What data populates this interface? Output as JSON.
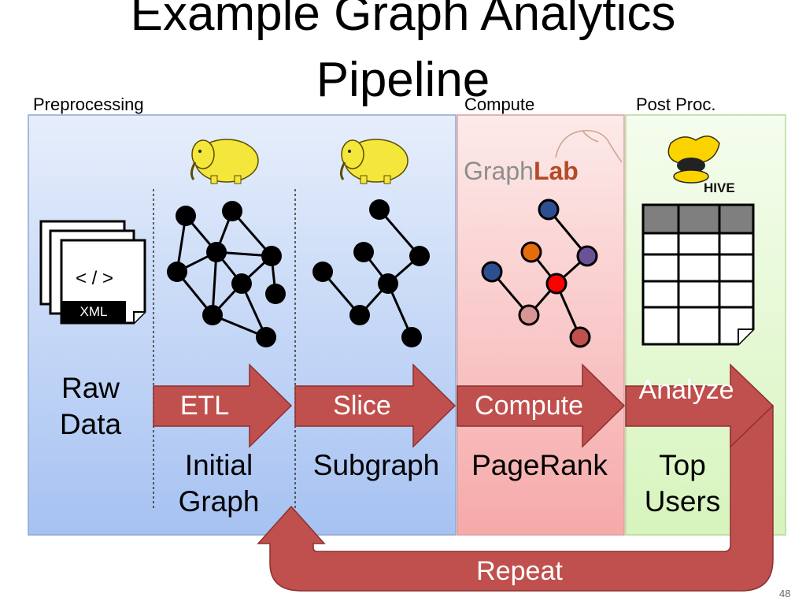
{
  "title": {
    "line1": "Example Graph Analytics",
    "line2": "Pipeline"
  },
  "sections": {
    "preprocessing": "Preprocessing",
    "compute": "Compute",
    "post": "Post Proc."
  },
  "logos": {
    "graphlab_a": "Graph",
    "graphlab_b": "Lab",
    "hive": "HIVE"
  },
  "xml": {
    "tag": "< / >",
    "label": "XML"
  },
  "stages": {
    "raw": "Raw Data",
    "etl": "ETL",
    "slice": "Slice",
    "compute": "Compute",
    "analyze": "Analyze",
    "initial": "Initial Graph",
    "subgraph": "Subgraph",
    "pagerank": "PageRank",
    "top": "Top Users",
    "repeat": "Repeat"
  },
  "colors": {
    "blue_panel": "#a9c4f0",
    "pink_panel": "#f7b5b5",
    "green_panel": "#e2f7cf",
    "arrow": "#c0504d",
    "arrow_dark": "#8c3030",
    "node_navy": "#2e4f8f",
    "node_orange": "#e46c0a",
    "node_purple": "#6a5296",
    "node_red": "#ff0000",
    "node_pink": "#d99594",
    "node_brick": "#c0504d"
  },
  "page_number": "48"
}
